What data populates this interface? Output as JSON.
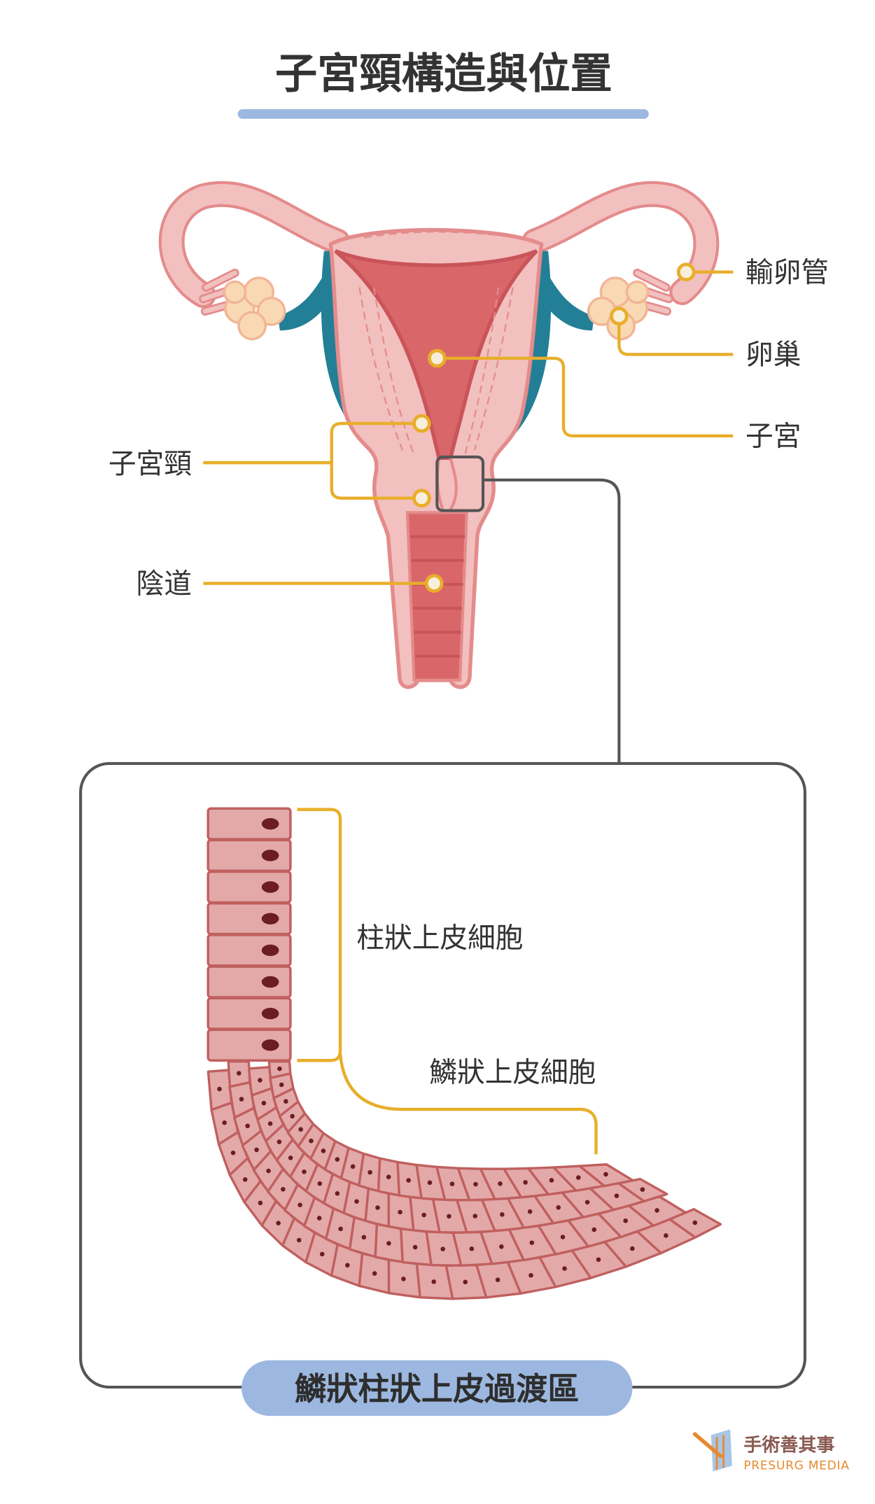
{
  "title": "子宮頸構造與位置",
  "labels": {
    "fallopian_tube": "輸卵管",
    "ovary": "卵巢",
    "uterus": "子宮",
    "cervix": "子宮頸",
    "vagina": "陰道",
    "columnar_epithelium": "柱狀上皮細胞",
    "squamous_epithelium": "鱗狀上皮細胞"
  },
  "zone_label": "鱗狀柱狀上皮過渡區",
  "logo": {
    "name_zh": "手術善其事",
    "name_en": "PRESURG MEDIA"
  },
  "colors": {
    "accent_blue": "#9db8e0",
    "leader_line": "#e8ae2a",
    "tissue_pink": "#f2c0be",
    "cavity_red": "#d9676a",
    "teal": "#237f96",
    "cell_fill": "#e3a9a9",
    "cell_stroke": "#c0605f",
    "logo_orange": "#e8892f",
    "logo_brown": "#8a5a52"
  }
}
